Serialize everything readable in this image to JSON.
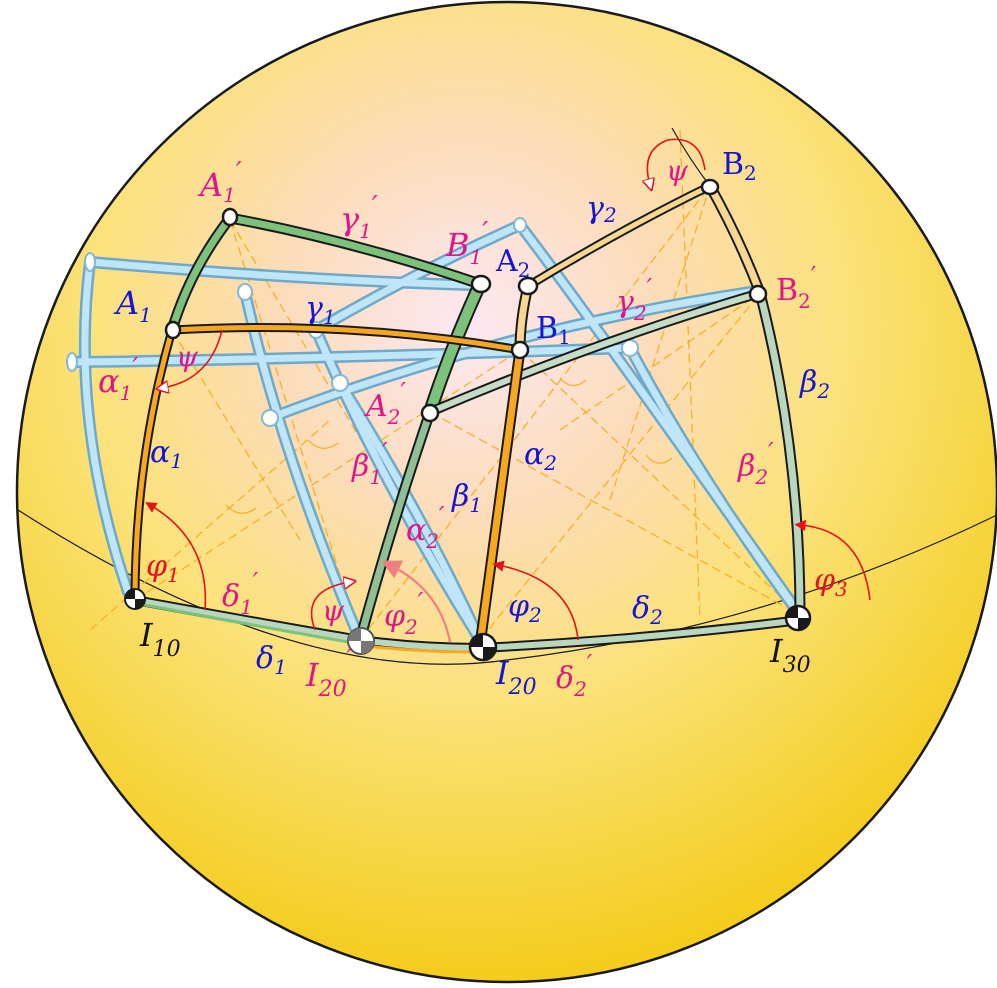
{
  "colors": {
    "sphere_center": "#fde6f2",
    "sphere_mid": "#fbe27a",
    "sphere_edge": "#f5cf1e",
    "outline": "#1a1a1a",
    "green_bar": "#7cc27c",
    "orange_bar": "#f7a820",
    "light_orange_bar": "#f8d890",
    "blue_bar": "#a8d6ee",
    "sage_bar": "#b9d6be",
    "construction": "#f3b02a",
    "angle_red": "#e8101a",
    "angle_pink": "#f08080",
    "label_blue": "#1515d6",
    "label_magenta": "#e0158a",
    "label_black": "#111111"
  },
  "labels": {
    "A1": "A",
    "A1_sub": "1",
    "A1p": "A",
    "A1p_sub": "1",
    "A2": "A",
    "A2_sub": "2",
    "A2p": "A",
    "A2p_sub": "2",
    "B1": "B",
    "B1_sub": "1",
    "B1p": "B",
    "B1p_sub": "1",
    "B2": "B",
    "B2_sub": "2",
    "B2p": "B",
    "B2p_sub": "2",
    "prime": "′",
    "alpha": "α",
    "beta": "β",
    "gamma": "γ",
    "delta": "δ",
    "phi": "φ",
    "psi": "ψ",
    "I": "I",
    "I10_sub": "10",
    "I20_sub": "20",
    "I30_sub": "30",
    "sub1": "1",
    "sub2": "2",
    "sub3": "3"
  }
}
